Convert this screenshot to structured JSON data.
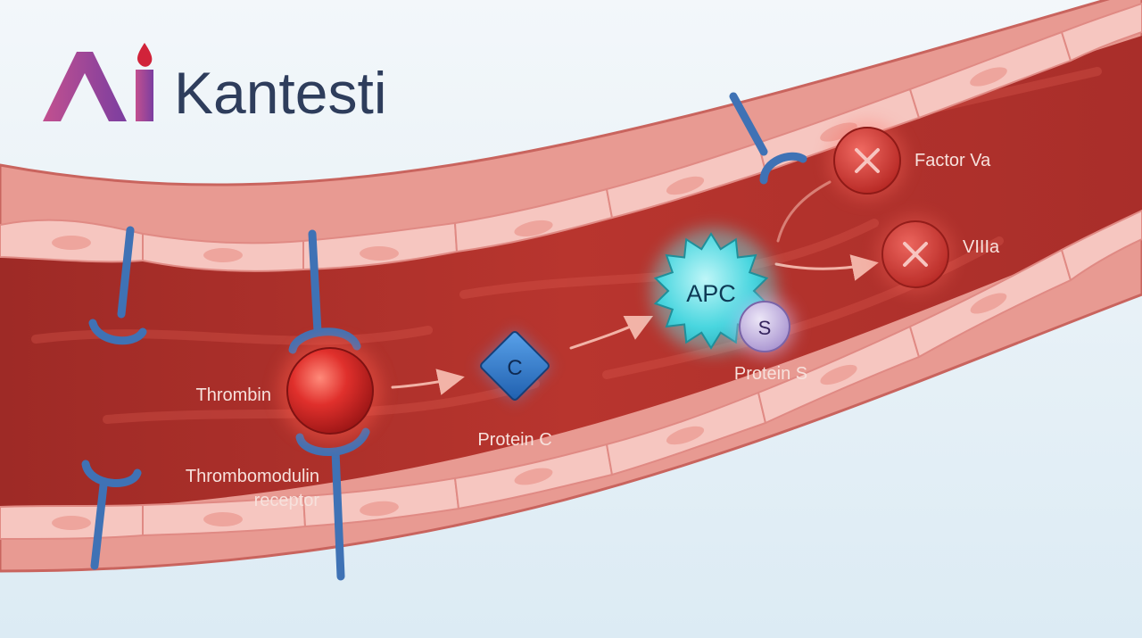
{
  "brand": {
    "name": "Kantesti",
    "logo_mark": "Ai",
    "colors": {
      "text": "#2e3d5c",
      "mark_start": "#c2508f",
      "mark_end": "#7b3ea0",
      "drop": "#d1233a"
    }
  },
  "labels": {
    "thrombin": "Thrombin",
    "thrombomodulin_line1": "Thrombomodulin",
    "thrombomodulin_line2": "receptor",
    "protein_c": "Protein C",
    "protein_c_symbol": "C",
    "apc": "APC",
    "protein_s_symbol": "S",
    "protein_s": "Protein S",
    "factor_va": "Factor Va",
    "viiia": "VIIIa"
  },
  "colors": {
    "lumen": "#b8352e",
    "wall": "#e8908a",
    "cells": "#f6c6c0",
    "receptor": "#3f72b5",
    "thrombin": "#e0302c",
    "protein_c": "#2d75c8",
    "apc": "#49d6df",
    "protein_s": "#b9a7d8",
    "inactivated": "#d6433f",
    "label_light": "#f7e1dc"
  }
}
